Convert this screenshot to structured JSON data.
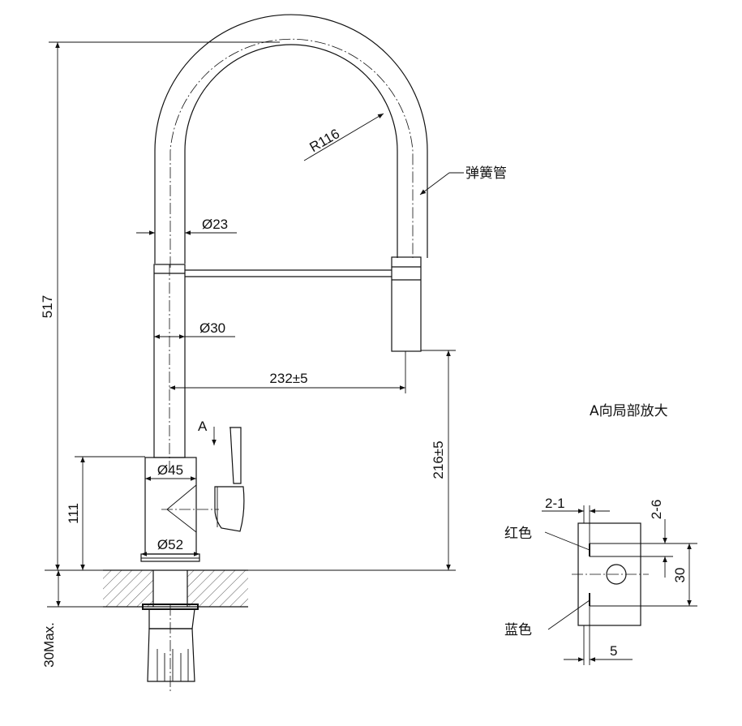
{
  "dimensions": {
    "height_total": "517",
    "radius": "R116",
    "hose_diameter": "Ø23",
    "body_diameter": "Ø30",
    "reach": "232±5",
    "spout_height": "216±5",
    "base_diameter": "Ø45",
    "base_height": "111",
    "flange_diameter": "Ø52",
    "mount_thickness": "30Max."
  },
  "labels": {
    "spring_hose": "弹簧管",
    "view_a": "A",
    "detail_title": "A向局部放大"
  },
  "detail": {
    "dim_2_1": "2-1",
    "dim_2_6": "2-6",
    "dim_30": "30",
    "dim_5": "5",
    "red_label": "红色",
    "blue_label": "蓝色"
  }
}
